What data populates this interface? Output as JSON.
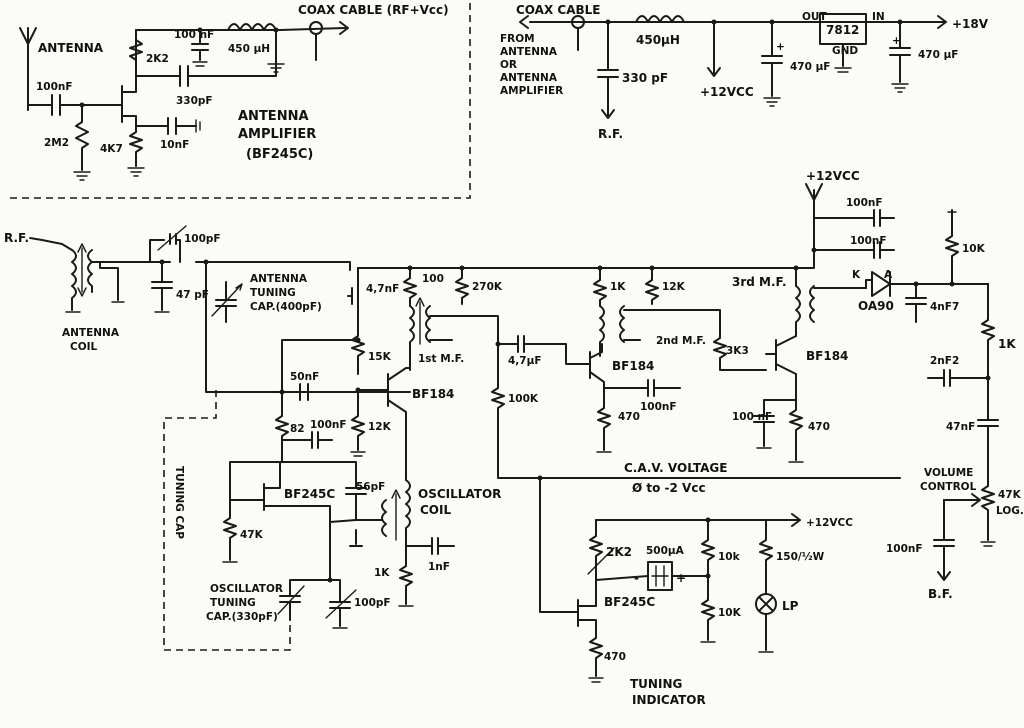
{
  "antenna_amp": {
    "antenna": "ANTENNA",
    "coax": "COAX CABLE (RF+Vcc)",
    "c_in": "100nF",
    "c_top": "100 nF",
    "r_top": "2K2",
    "l_top": "450 µH",
    "c_fb": "330pF",
    "r_gate": "2M2",
    "r_src": "4K7",
    "c_src": "10nF",
    "title_1": "ANTENNA",
    "title_2": "AMPLIFIER",
    "title_3": "(BF245C)"
  },
  "power": {
    "coax": "COAX CABLE",
    "from_1": "FROM",
    "from_2": "ANTENNA",
    "from_3": "OR",
    "from_4": "ANTENNA",
    "from_5": "AMPLIFIER",
    "inductor": "450µH",
    "c_rf": "330 pF",
    "rf_out": "R.F.",
    "vcc": "+12VCC",
    "c_out": "470 µF",
    "reg": "7812",
    "reg_out": "OUT",
    "reg_gnd": "GND",
    "reg_in": "IN",
    "c_in": "470 µF",
    "vin": "+18V"
  },
  "receiver": {
    "rf_in": "R.F.",
    "ant_coil_1": "ANTENNA",
    "ant_coil_2": "COIL",
    "c_trim": "100pF",
    "c_47": "47 pF",
    "ant_tune_1": "ANTENNA",
    "ant_tune_2": "TUNING",
    "ant_tune_3": "CAP.(400pF)",
    "c_47nf": "4,7nF",
    "r_100": "100",
    "r_270k": "270K",
    "if1": "1st M.F.",
    "r_15k": "15K",
    "c_50nf": "50nF",
    "q1": "BF184",
    "r_82": "82",
    "c_100nf_a": "100nF",
    "r_12k_a": "12K",
    "tuning_cap": "TUNING CAP",
    "q_osc": "BF245C",
    "c_56pf": "56pF",
    "osc_coil_1": "OSCILLATOR",
    "osc_coil_2": "COIL",
    "r_47k": "47K",
    "r_1k_a": "1K",
    "c_1nf": "1nF",
    "osc_tune_1": "OSCILLATOR",
    "osc_tune_2": "TUNING",
    "osc_tune_3": "CAP.(330pF)",
    "c_100pf_b": "100pF",
    "c_47uf": "4,7µF",
    "r_100k": "100K",
    "r_1k_b": "1K",
    "r_12k_b": "12K",
    "if2": "2nd M.F.",
    "q2": "BF184",
    "r_3k3": "3K3",
    "r_470_a": "470",
    "c_100nf_b": "100nF",
    "if3": "3rd M.F.",
    "q3": "BF184",
    "c_100nf_c": "100 nF",
    "r_470_b": "470",
    "vcc": "+12VCC",
    "c_100nf_d": "100nF",
    "c_100nf_e": "100nF",
    "diode_k": "K",
    "diode_a": "A",
    "diode": "OA90",
    "r_10k": "10K",
    "c_4nf7": "4nF7",
    "r_1k_c": "1K",
    "c_2nf2": "2nF2",
    "c_47nf_b": "47nF",
    "vol_1": "VOLUME",
    "vol_2": "CONTROL",
    "pot": "47K",
    "pot_2": "LOG.",
    "c_out": "100nF",
    "bf": "B.F.",
    "cav_1": "C.A.V. VOLTAGE",
    "cav_2": "Ø to -2 Vcc"
  },
  "indicator": {
    "vcc": "+12VCC",
    "r_2k2": "2K2",
    "meter": "500µA",
    "meter_minus": "-",
    "meter_plus": "+",
    "r_10k_a": "10k",
    "r_150": "150/½W",
    "q": "BF245C",
    "r_10k_b": "10K",
    "lamp": "LP",
    "r_470": "470",
    "title_1": "TUNING",
    "title_2": "INDICATOR"
  }
}
